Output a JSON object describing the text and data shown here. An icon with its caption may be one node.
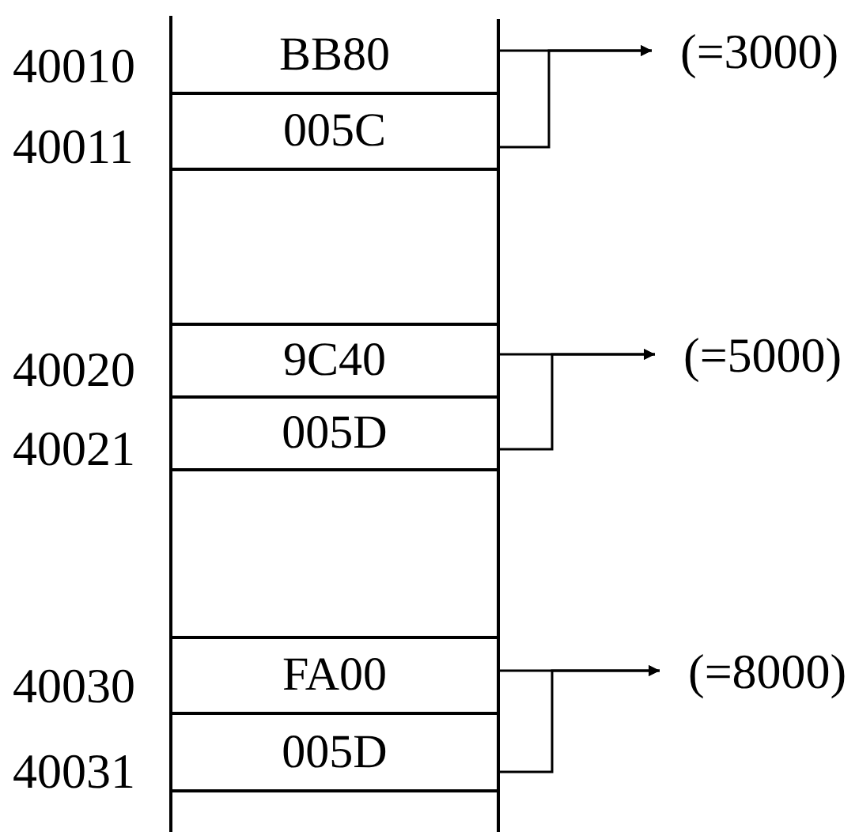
{
  "diagram": {
    "nodes": [
      {
        "text": [
          "BB80"
        ],
        "beside": [
          "40010"
        ]
      },
      {
        "text": [
          "(=3000)"
        ]
      },
      {
        "text": [
          "005C"
        ],
        "beside": [
          "40011"
        ]
      },
      {
        "text": [
          "9C40"
        ],
        "beside": [
          "40020"
        ]
      },
      {
        "text": [
          "(=5000)"
        ]
      },
      {
        "text": [
          "005D"
        ],
        "beside": [
          "40021"
        ]
      },
      {
        "text": [
          "FA00"
        ],
        "beside": [
          "40030"
        ]
      },
      {
        "text": [
          "(=8000)"
        ]
      },
      {
        "text": [
          "005D"
        ],
        "beside": [
          "40031"
        ]
      }
    ],
    "edges": [
      {
        "from": 0,
        "to": 1,
        "arrow": "to"
      },
      {
        "from": 2,
        "to": 1,
        "arrow": "to"
      },
      {
        "from": 3,
        "to": 4,
        "arrow": "to"
      },
      {
        "from": 5,
        "to": 4,
        "arrow": "to"
      },
      {
        "from": 6,
        "to": 7,
        "arrow": "to"
      },
      {
        "from": 8,
        "to": 7,
        "arrow": "to"
      }
    ]
  }
}
